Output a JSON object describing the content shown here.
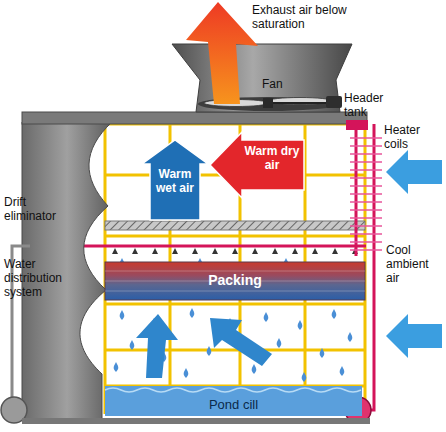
{
  "diagram": {
    "nodes": [
      {
        "text": [
          "Warm wet air"
        ]
      },
      {
        "text": [
          "Warm dry air"
        ]
      },
      {
        "text": [
          "Packing"
        ]
      },
      {
        "text": [
          "Pond cill"
        ]
      }
    ],
    "labels": [
      "Exhaust air below saturation",
      "Fan",
      "Header tank",
      "Heater coils",
      "Drift eliminator",
      "Cool ambient air",
      "Water distribution system"
    ]
  }
}
